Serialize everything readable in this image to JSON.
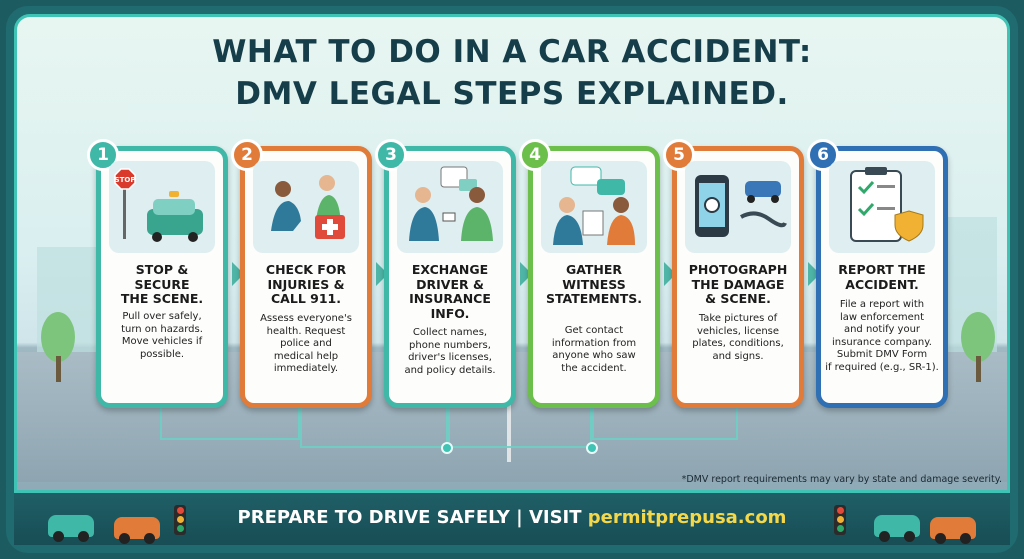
{
  "title": {
    "line1": "WHAT TO DO IN A CAR ACCIDENT:",
    "line2": "DMV LEGAL STEPS EXPLAINED."
  },
  "steps": [
    {
      "number": "1",
      "title": "STOP &\nSECURE\nTHE SCENE.",
      "description": "Pull over safely,\nturn on hazards.\nMove vehicles if\npossible.",
      "color": "#3fb8a8",
      "icon": "stop-sign-car-icon",
      "sign_text": "STOP"
    },
    {
      "number": "2",
      "title": "CHECK FOR\nINJURIES &\nCALL 911.",
      "description": "Assess everyone's\nhealth. Request\npolice and\nmedical help\nimmediately.",
      "color": "#e07b39",
      "icon": "first-aid-helpers-icon"
    },
    {
      "number": "3",
      "title": "EXCHANGE\nDRIVER &\nINSURANCE\nINFO.",
      "description": "Collect names,\nphone numbers,\ndriver's licenses,\nand policy details.",
      "color": "#3fb8a8",
      "icon": "drivers-exchange-icon"
    },
    {
      "number": "4",
      "title": "GATHER\nWITNESS\nSTATEMENTS.",
      "description": "Get contact\ninformation from\nanyone who saw\nthe accident.",
      "color": "#6cbf4a",
      "icon": "witness-chat-icon"
    },
    {
      "number": "5",
      "title": "PHOTOGRAPH\nTHE DAMAGE\n& SCENE.",
      "description": "Take pictures of\nvehicles, license\nplates, conditions,\nand signs.",
      "color": "#e07b39",
      "icon": "phone-camera-icon"
    },
    {
      "number": "6",
      "title": "REPORT THE\nACCIDENT.",
      "description": "File a report with\nlaw enforcement\nand notify your\ninsurance company.\nSubmit DMV Form\nif required (e.g., SR-1).",
      "color": "#2f6fb3",
      "icon": "report-clipboard-badge-icon"
    }
  ],
  "footnote": "*DMV report requirements may vary by state and damage severity.",
  "banner": {
    "lead": "PREPARE TO DRIVE SAFELY",
    "separator": " | ",
    "visit": "VISIT ",
    "url": "permitprepusa.com"
  },
  "colors": {
    "frame": "#1f6b70",
    "accent": "#3fc3b5",
    "title": "#163d4a",
    "url": "#f5d84a"
  }
}
